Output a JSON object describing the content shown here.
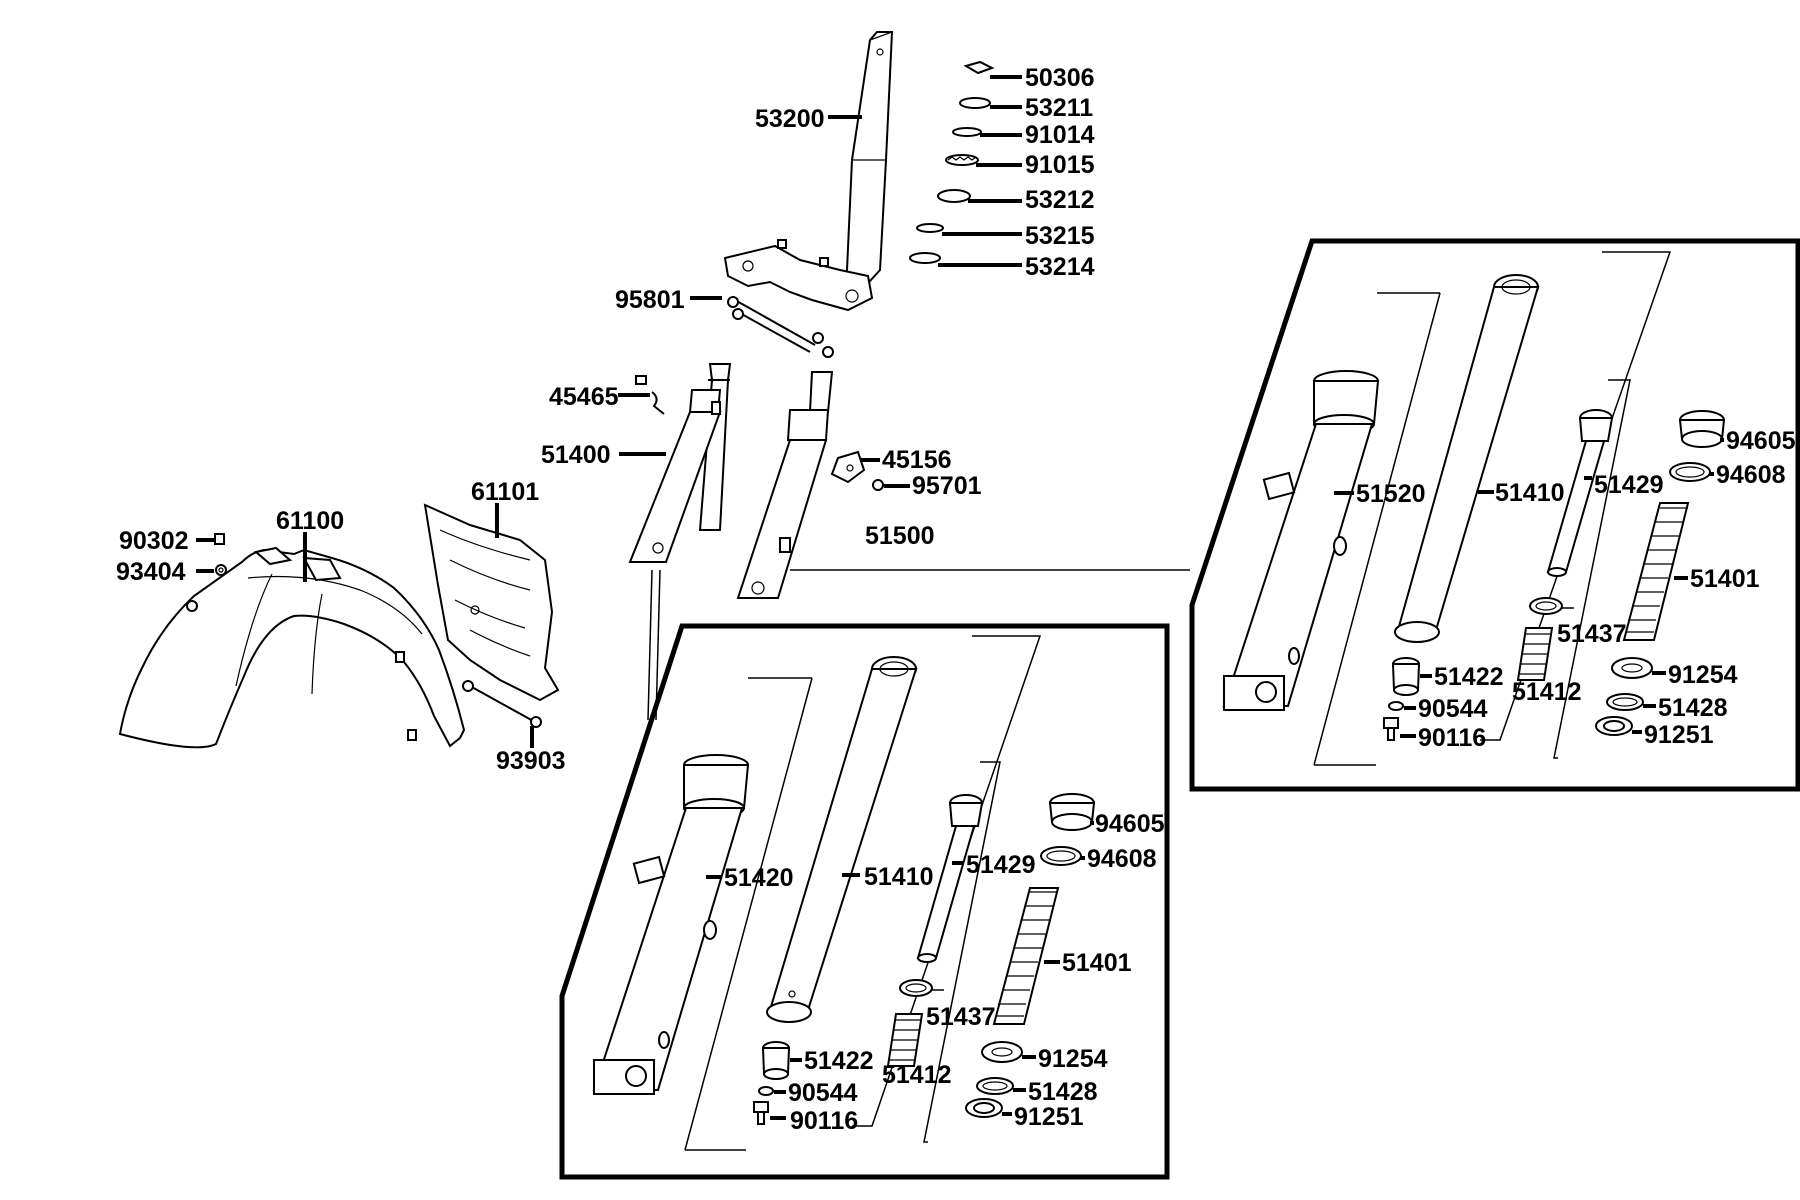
{
  "colors": {
    "line": "#000000",
    "background": "#ffffff"
  },
  "labels": {
    "p50306": "50306",
    "p53211": "53211",
    "p91014": "91014",
    "p91015": "91015",
    "p53212": "53212",
    "p53215": "53215",
    "p53214": "53214",
    "p53200": "53200",
    "p95801": "95801",
    "p45465": "45465",
    "p51400": "51400",
    "p45156": "45156",
    "p95701": "95701",
    "p51500": "51500",
    "p61101": "61101",
    "p61100": "61100",
    "p90302": "90302",
    "p93404": "93404",
    "p93903": "93903"
  },
  "right_fork_detail": {
    "p51520": "51520",
    "p51410": "51410",
    "p51429": "51429",
    "p94605": "94605",
    "p94608": "94608",
    "p51401": "51401",
    "p51437": "51437",
    "p51422": "51422",
    "p51412": "51412",
    "p91254": "91254",
    "p90544": "90544",
    "p51428": "51428",
    "p90116": "90116",
    "p91251": "91251"
  },
  "left_fork_detail": {
    "p51420": "51420",
    "p51410": "51410",
    "p51429": "51429",
    "p94605": "94605",
    "p94608": "94608",
    "p51401": "51401",
    "p51437": "51437",
    "p51422": "51422",
    "p51412": "51412",
    "p91254": "91254",
    "p90544": "90544",
    "p51428": "51428",
    "p90116": "90116",
    "p91251": "91251"
  }
}
